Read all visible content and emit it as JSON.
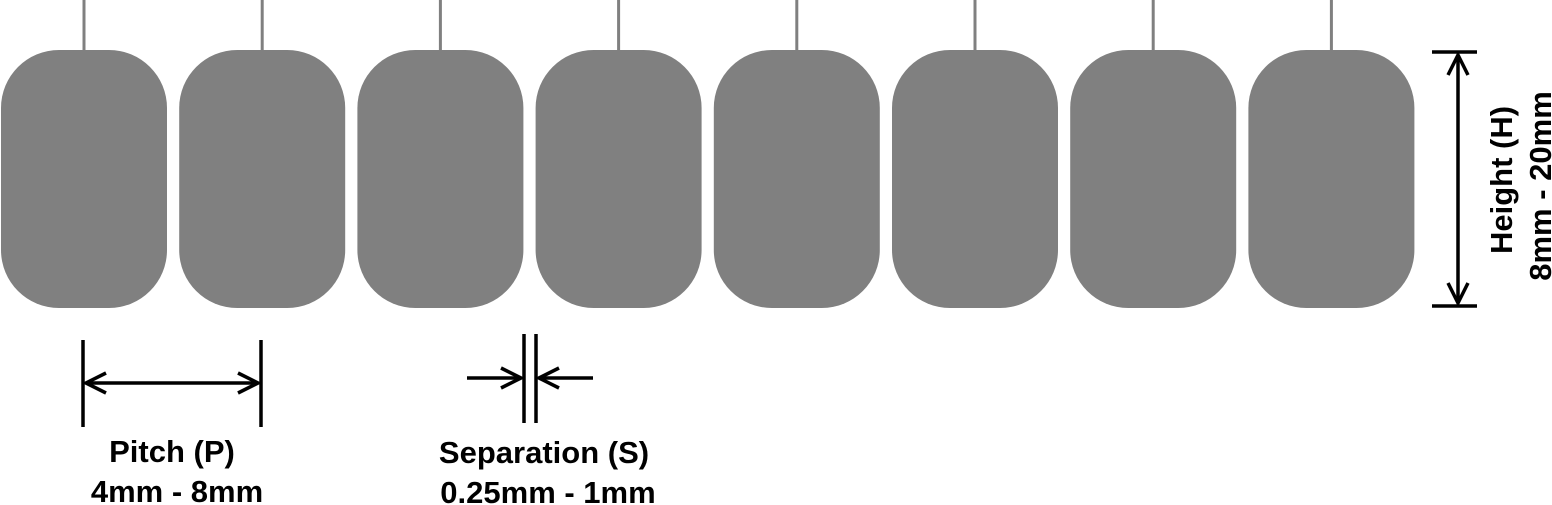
{
  "diagram": {
    "pad_count": 8,
    "colors": {
      "pad": "#808080",
      "lead": "#808080",
      "dimension": "#000000",
      "background": "#ffffff"
    },
    "pitch": {
      "title": "Pitch (P)",
      "range": "4mm - 8mm"
    },
    "separation": {
      "title": "Separation (S)",
      "range": "0.25mm - 1mm"
    },
    "height": {
      "title": "Height (H)",
      "range": "8mm - 20mm"
    }
  }
}
